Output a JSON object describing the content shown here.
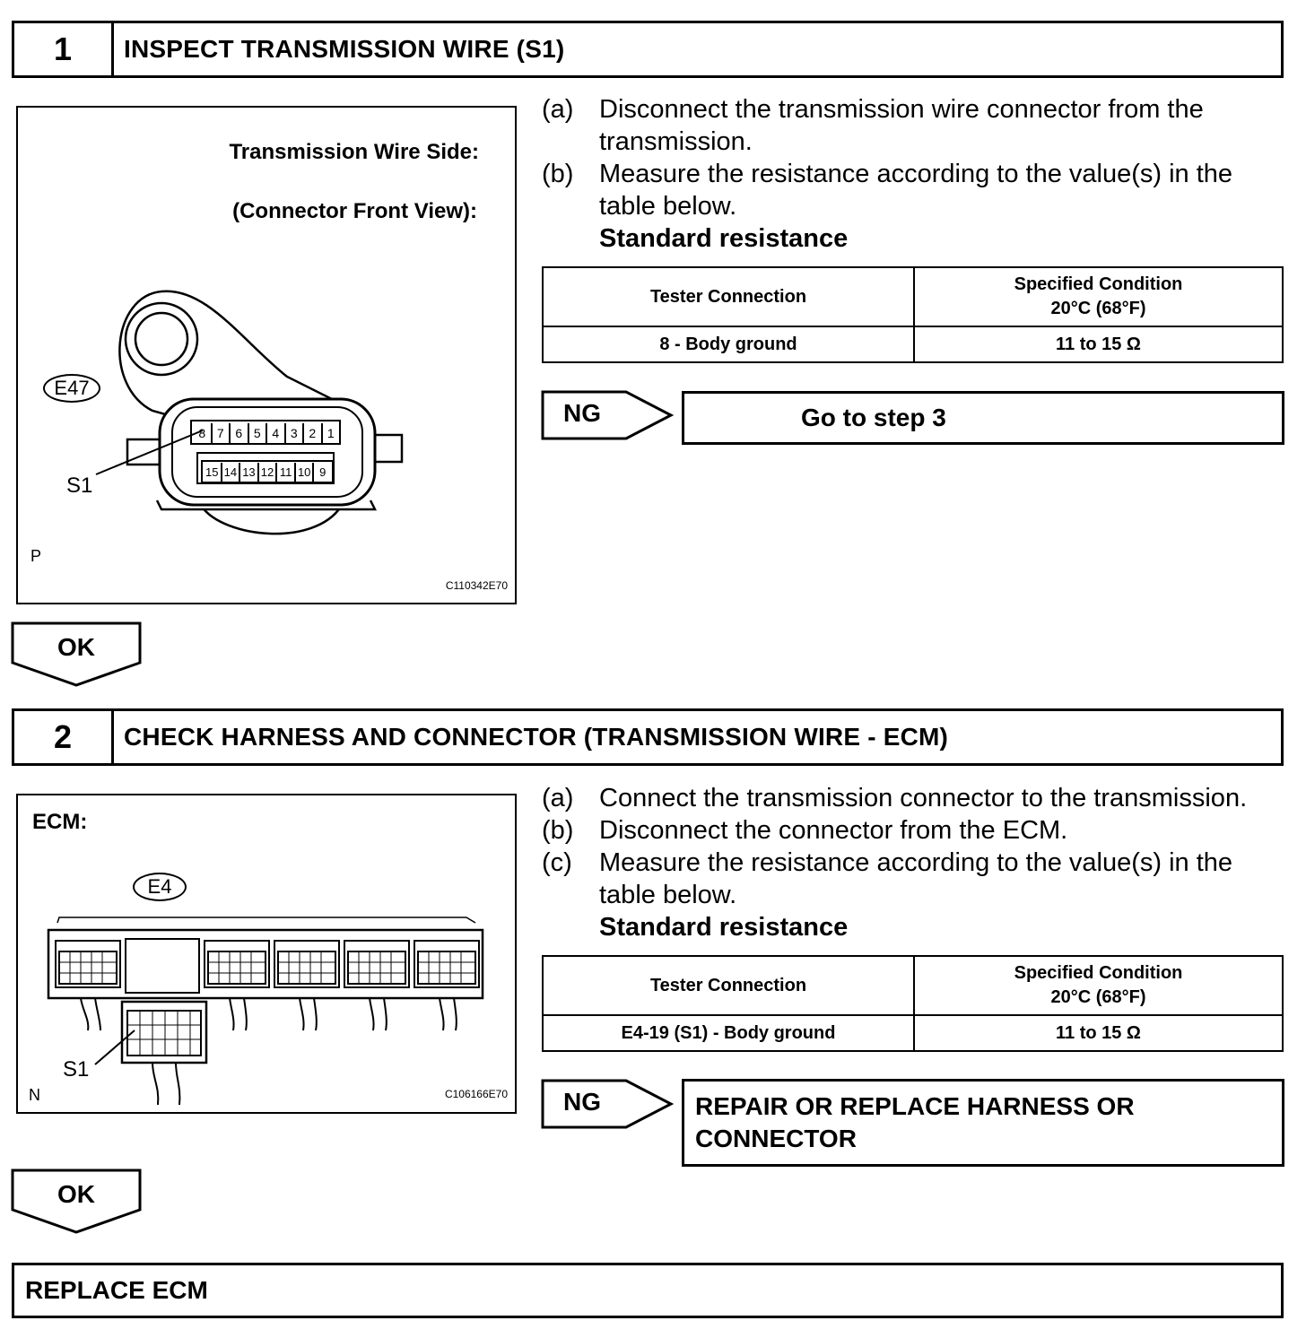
{
  "step1": {
    "number": "1",
    "title": "INSPECT TRANSMISSION WIRE (S1)",
    "figure": {
      "caption_line1": "Transmission Wire Side:",
      "caption_line2": "(Connector Front View):",
      "connector_code": "E47",
      "terminal_label": "S1",
      "corner_letter": "P",
      "figure_id": "C110342E70",
      "pins_top": [
        "8",
        "7",
        "6",
        "5",
        "4",
        "3",
        "2",
        "1"
      ],
      "pins_bottom": [
        "15",
        "14",
        "13",
        "12",
        "11",
        "10",
        "9"
      ]
    },
    "instructions": [
      {
        "label": "(a)",
        "text": "Disconnect the transmission wire connector from the transmission."
      },
      {
        "label": "(b)",
        "text": "Measure the resistance according to the value(s) in the table below."
      }
    ],
    "standard_label": "Standard resistance",
    "table": {
      "headers": [
        "Tester Connection",
        "Specified Condition",
        "20°C (68°F)"
      ],
      "rows": [
        [
          "8 - Body ground",
          "11 to 15 Ω"
        ]
      ]
    },
    "ng_label": "NG",
    "ng_action": "Go to step 3",
    "ok_label": "OK"
  },
  "step2": {
    "number": "2",
    "title": "CHECK HARNESS AND CONNECTOR (TRANSMISSION WIRE - ECM)",
    "figure": {
      "caption": "ECM:",
      "connector_code": "E4",
      "terminal_label": "S1",
      "corner_letter": "N",
      "figure_id": "C106166E70"
    },
    "instructions": [
      {
        "label": "(a)",
        "text": "Connect the transmission connector to the transmission."
      },
      {
        "label": "(b)",
        "text": "Disconnect the connector from the ECM."
      },
      {
        "label": "(c)",
        "text": "Measure the resistance according to the value(s) in the table below."
      }
    ],
    "standard_label": "Standard resistance",
    "table": {
      "headers": [
        "Tester Connection",
        "Specified Condition",
        "20°C (68°F)"
      ],
      "rows": [
        [
          "E4-19 (S1) - Body ground",
          "11 to 15 Ω"
        ]
      ]
    },
    "ng_label": "NG",
    "ng_action": "REPAIR OR REPLACE HARNESS OR CONNECTOR",
    "ok_label": "OK"
  },
  "final_action": "REPLACE ECM"
}
